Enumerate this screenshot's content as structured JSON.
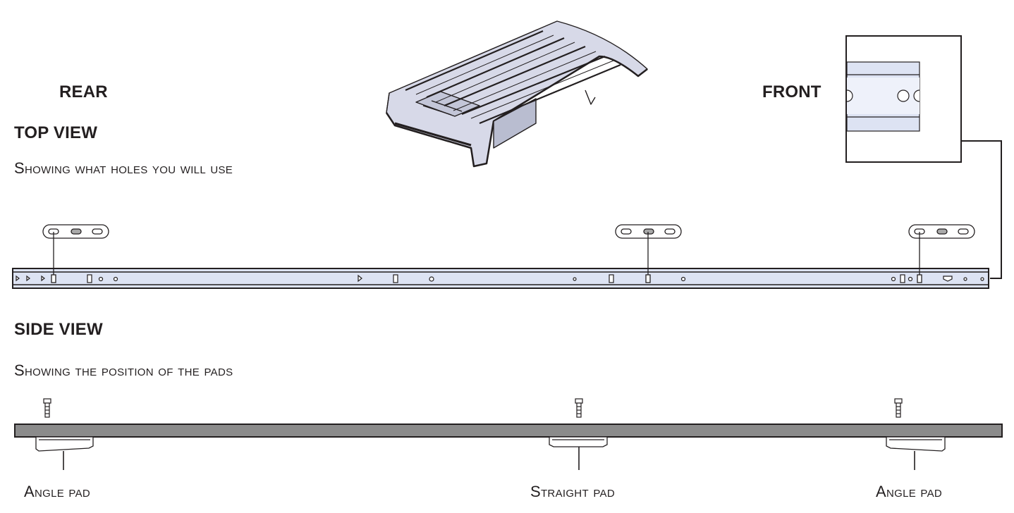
{
  "labels": {
    "rear": "REAR",
    "front": "FRONT",
    "top_view_heading": "TOP VIEW",
    "top_view_subtitle": "Showing what holes you will use",
    "side_view_heading": "SIDE VIEW",
    "side_view_subtitle": "Showing the position of the pads"
  },
  "pads": [
    {
      "label": "Angle pad"
    },
    {
      "label": "Straight pad"
    },
    {
      "label": "Angle pad"
    }
  ],
  "colors": {
    "rail_fill": "#dde3f3",
    "bar_fill": "#8b8b8b",
    "roof_fill": "#d7d9e8",
    "line": "#231f20"
  },
  "icons": [
    "car-roof-illustration",
    "rail-detail-icon",
    "bolt-icon",
    "mount-plate-icon"
  ]
}
